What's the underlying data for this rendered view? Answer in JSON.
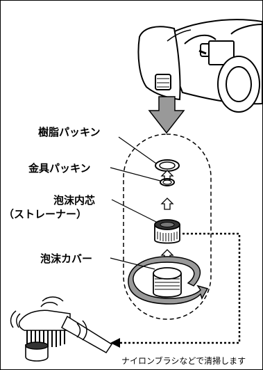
{
  "labels": {
    "resin_packing": "樹脂パッキン",
    "metal_packing": "金具パッキン",
    "foam_core": "泡沫内芯",
    "strainer": "（ストレーナー）",
    "foam_cover": "泡沫カバー"
  },
  "caption": "ナイロンブラシなどで清掃します",
  "colors": {
    "line": "#000000",
    "arrow_fill": "#999999",
    "dark_part": "#333333",
    "faucet_fill": "#ffffff"
  },
  "icons": {
    "faucet": "faucet-body-icon",
    "brush": "nylon-brush-icon",
    "rotate": "rotate-arrow-icon"
  }
}
